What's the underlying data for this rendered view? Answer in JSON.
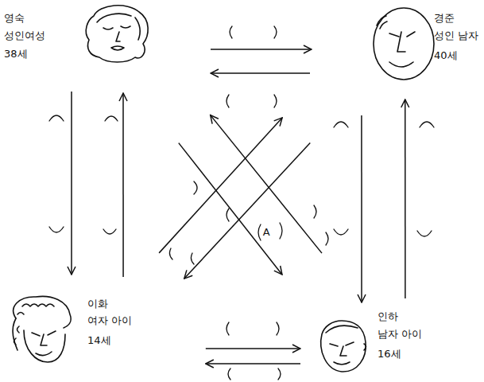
{
  "diagram": {
    "nodes": [
      {
        "text": [
          "영숙",
          "성인여성",
          "38세"
        ]
      },
      {
        "text": [
          "경준",
          "성인 남자",
          "40세"
        ]
      },
      {
        "text": [
          "이화",
          "여자 아이",
          "14세"
        ]
      },
      {
        "text": [
          "인하",
          "남자 아이",
          "16세"
        ]
      }
    ],
    "edges": [
      {
        "from": 0,
        "to": 1,
        "arrow": "to"
      },
      {
        "from": 1,
        "to": 0,
        "arrow": "to"
      },
      {
        "from": 0,
        "to": 2,
        "arrow": "to"
      },
      {
        "from": 2,
        "to": 0,
        "arrow": "to"
      },
      {
        "from": 1,
        "to": 3,
        "arrow": "to"
      },
      {
        "from": 3,
        "to": 1,
        "arrow": "to"
      },
      {
        "from": 2,
        "to": 3,
        "arrow": "to"
      },
      {
        "from": 3,
        "to": 2,
        "arrow": "to"
      },
      {
        "from": 0,
        "to": 3,
        "label": "A",
        "arrow": "to"
      },
      {
        "from": 3,
        "to": 0,
        "arrow": "to"
      },
      {
        "from": 2,
        "to": 1,
        "arrow": "to"
      },
      {
        "from": 1,
        "to": 2,
        "arrow": "to"
      }
    ]
  }
}
